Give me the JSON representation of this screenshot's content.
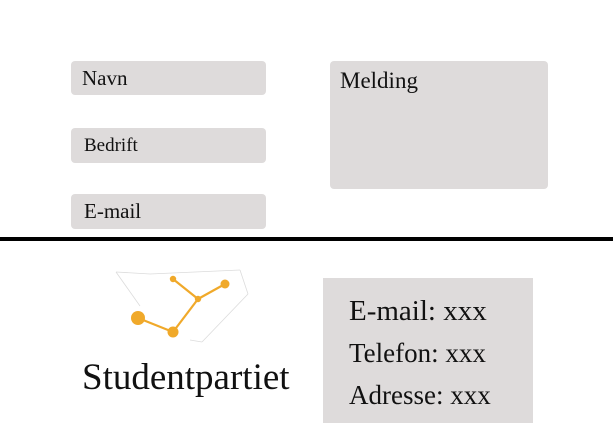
{
  "form": {
    "name_placeholder": "Navn",
    "company_placeholder": "Bedrift",
    "email_placeholder": "E-mail",
    "message_placeholder": "Melding"
  },
  "footer": {
    "brand_name": "Studentpartiet",
    "logo_icon": "molecule-network-icon",
    "accent_color": "#f0a92a",
    "contact": {
      "email": "E-mail: xxx",
      "phone": "Telefon: xxx",
      "address": "Adresse: xxx"
    }
  }
}
